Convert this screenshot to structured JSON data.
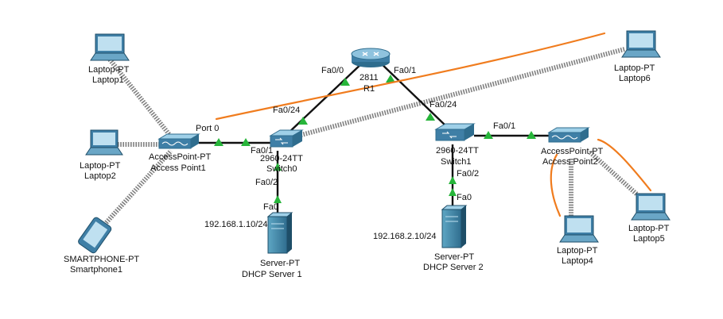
{
  "devices": {
    "router": {
      "label": "2811",
      "name": "R1"
    },
    "switch0": {
      "model": "2960-24TT",
      "name": "Switch0"
    },
    "switch1": {
      "model": "2960-24TT",
      "name": "Switch1"
    },
    "ap1": {
      "model": "AccessPoint-PT",
      "name": "Access Point1"
    },
    "ap2": {
      "model": "AccessPoint-PT",
      "name": "Access Point2"
    },
    "laptop1": {
      "model": "Laptop-PT",
      "name": "Laptop1"
    },
    "laptop2": {
      "model": "Laptop-PT",
      "name": "Laptop2"
    },
    "laptop4": {
      "model": "Laptop-PT",
      "name": "Laptop4"
    },
    "laptop5": {
      "model": "Laptop-PT",
      "name": "Laptop5"
    },
    "laptop6": {
      "model": "Laptop-PT",
      "name": "Laptop6"
    },
    "smartphone1": {
      "model": "SMARTPHONE-PT",
      "name": "Smartphone1"
    },
    "server1": {
      "model": "Server-PT",
      "name": "DHCP Server 1",
      "ip": "192.168.1.10/24"
    },
    "server2": {
      "model": "Server-PT",
      "name": "DHCP Server 2",
      "ip": "192.168.2.10/24"
    }
  },
  "ports": {
    "r1_fa00": "Fa0/0",
    "r1_fa01": "Fa0/1",
    "sw0_fa024": "Fa0/24",
    "sw0_fa01": "Fa0/1",
    "sw0_fa02": "Fa0/2",
    "sw1_fa024": "Fa0/24",
    "sw1_fa01": "Fa0/1",
    "sw1_fa02": "Fa0/2",
    "ap1_port0": "Port 0",
    "srv1_fa0": "Fa0",
    "srv2_fa0": "Fa0"
  },
  "colors": {
    "link": "#111111",
    "wireless": "#7a7a7a",
    "link_up": "#27b53a",
    "annotation": "#f07c1e",
    "device_blue": "#3f7fa6"
  }
}
